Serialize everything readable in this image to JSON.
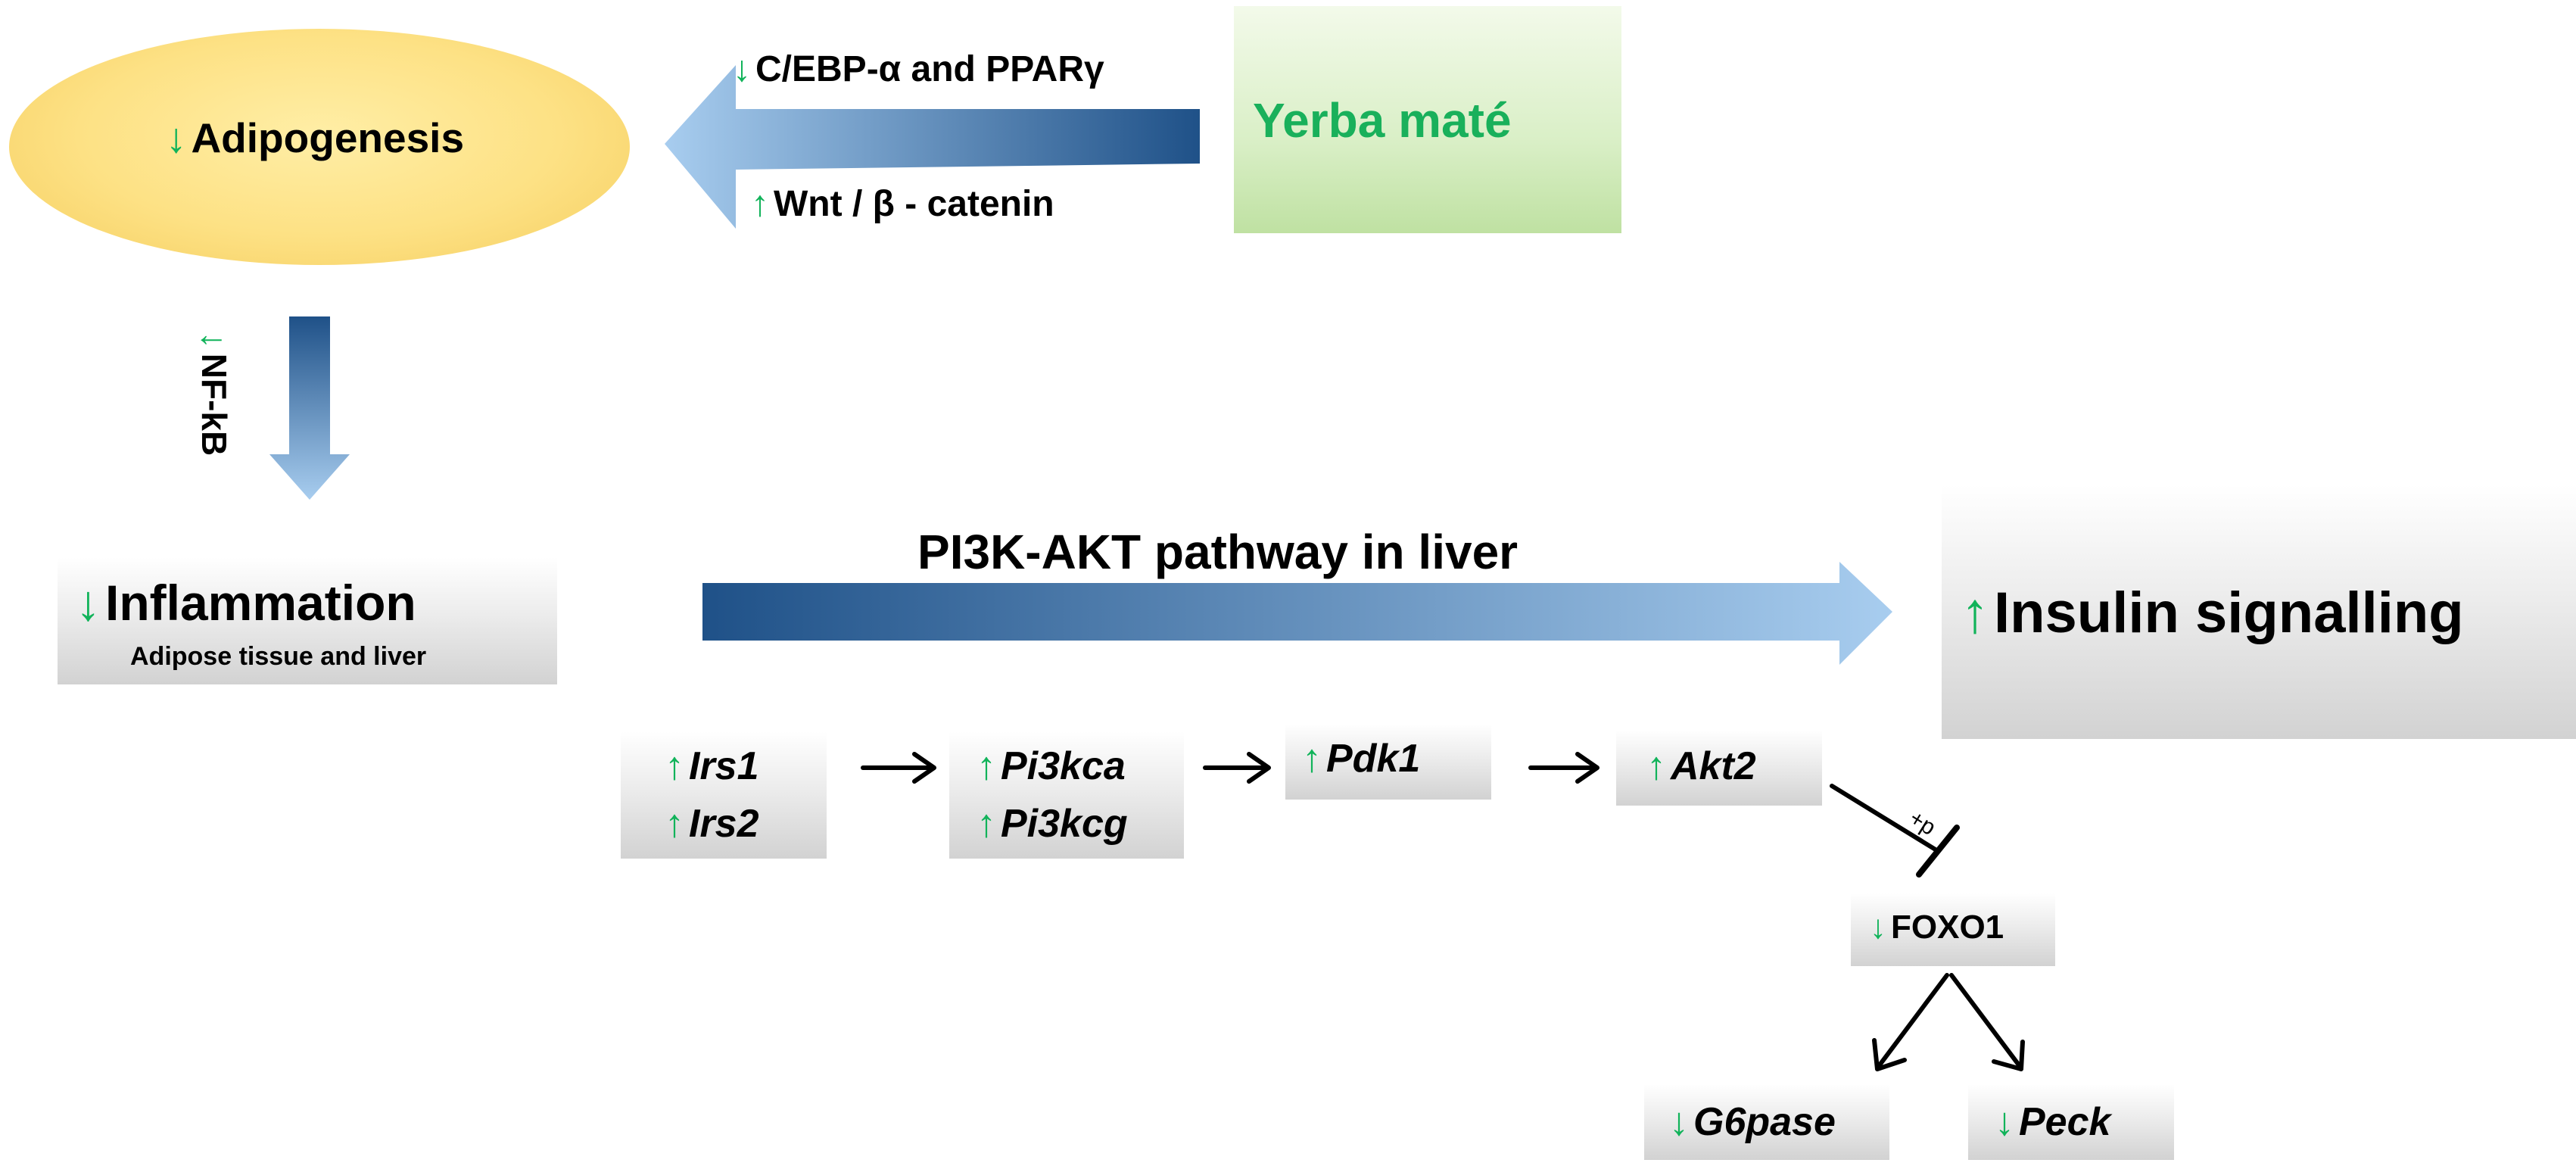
{
  "top": {
    "adipogenesis": "Adipogenesis",
    "yerba": "Yerba maté",
    "cebp": "C/EBP-α and PPARγ",
    "wnt": "Wnt / β - catenin",
    "nfkb": "NF-kB"
  },
  "symbols": {
    "up": "↑",
    "down": "↓"
  },
  "inflammation": {
    "title": "Inflammation",
    "subtitle": "Adipose tissue and liver"
  },
  "pathway": {
    "title": "PI3K-AKT pathway in liver"
  },
  "insulin": {
    "label": "Insulin signalling"
  },
  "cascade": {
    "irs1": "Irs1",
    "irs2": "Irs2",
    "pi3kca": "Pi3kca",
    "pi3kcg": "Pi3kcg",
    "pdk1": "Pdk1",
    "akt2": "Akt2",
    "foxo1": "FOXO1",
    "g6pase": "G6pase",
    "peck": "Peck",
    "phos": "+p"
  },
  "colors": {
    "green": "#11b35a",
    "arrow_dark": "#22578f",
    "arrow_light": "#9ec6ea",
    "ellipse": "#fde184"
  }
}
